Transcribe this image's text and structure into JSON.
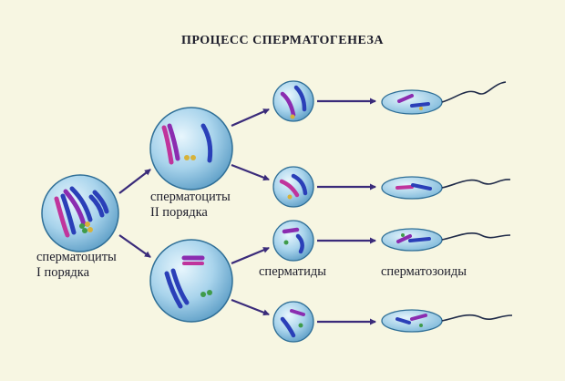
{
  "title": "ПРОЦЕСС СПЕРМАТОГЕНЕЗА",
  "labels": {
    "primary_line1": "сперматоциты",
    "primary_line2": "I порядка",
    "secondary_line1": "сперматоциты",
    "secondary_line2": "II порядка",
    "spermatids": "сперматиды",
    "spermatozoa": "сперматозоиды"
  },
  "colors": {
    "background": "#f7f6e2",
    "cell_fill": "#a9d4ec",
    "cell_edge": "#2f6f97",
    "arrow": "#3a2b7a",
    "chromosome_blue": "#2a3fb8",
    "chromosome_violet": "#8b2cb0",
    "chromosome_magenta": "#c0349c",
    "centriole_yellow": "#d7b23a",
    "centriole_green": "#3f9b4a"
  }
}
